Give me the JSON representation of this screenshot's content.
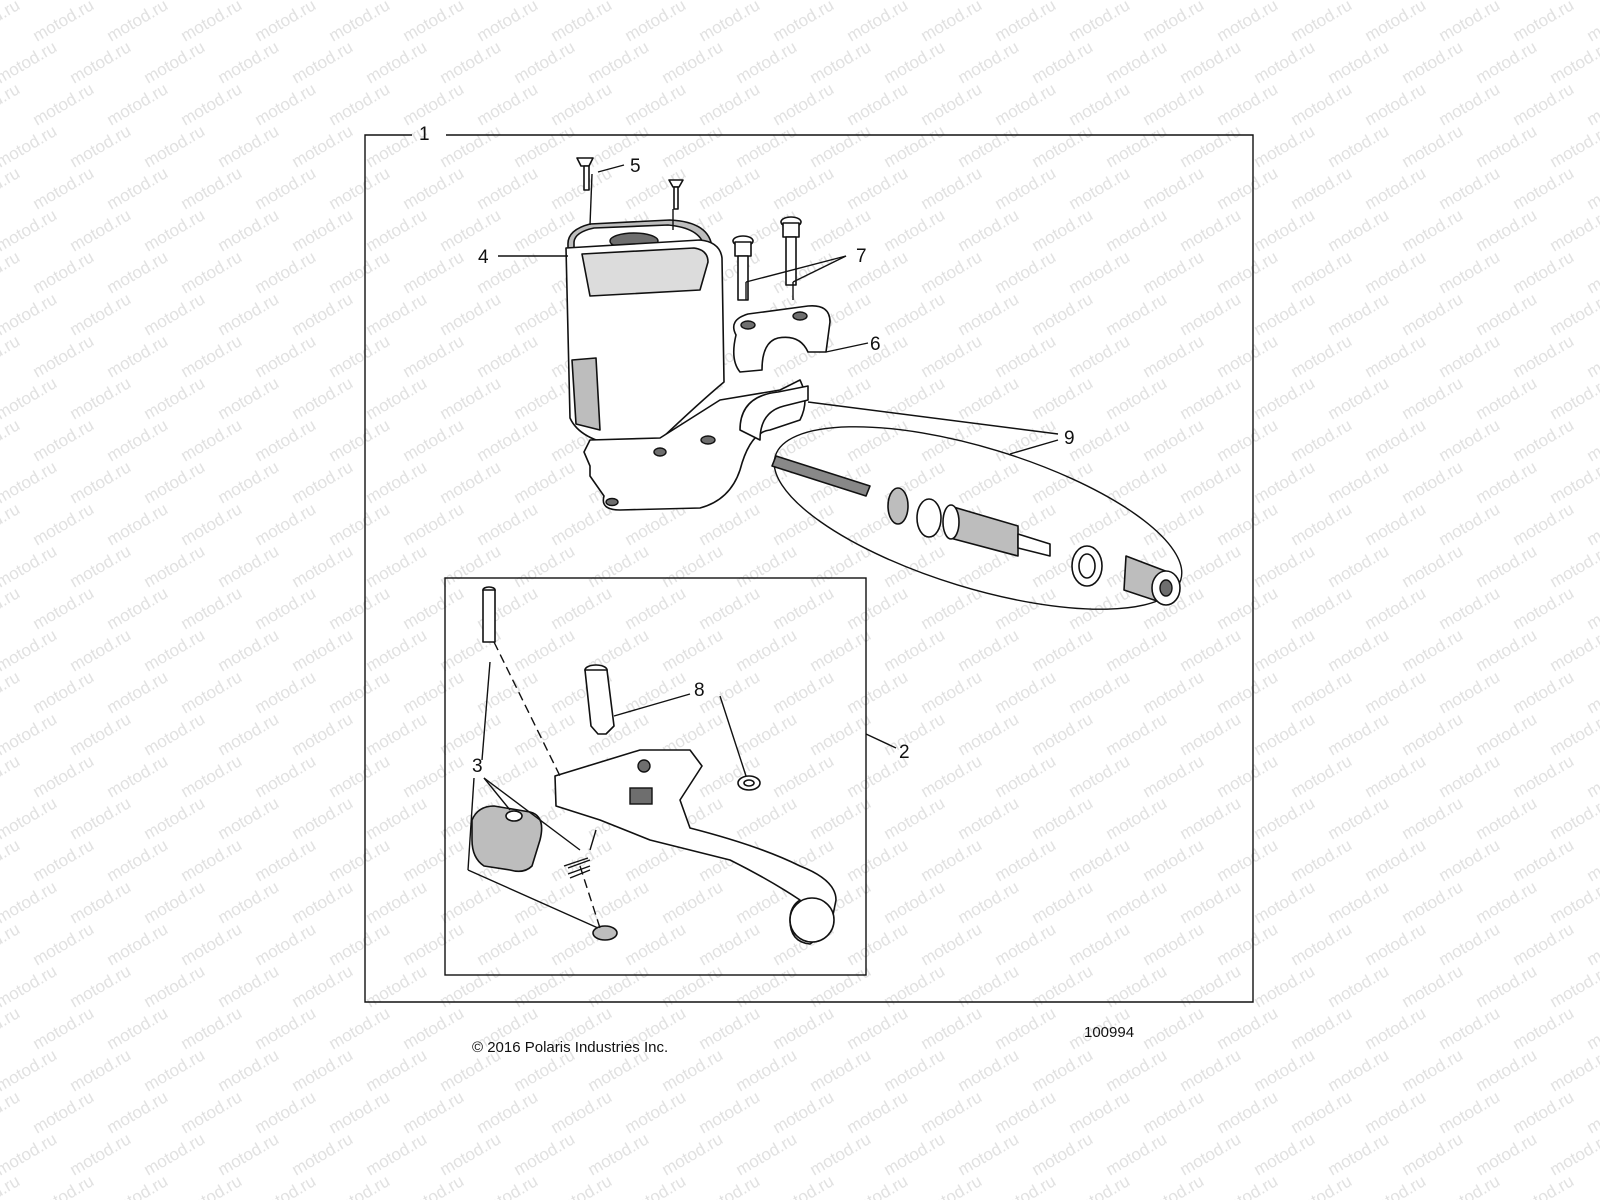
{
  "watermark": "motod.ru",
  "callouts": {
    "c1": "1",
    "c2": "2",
    "c3": "3",
    "c4": "4",
    "c5": "5",
    "c6": "6",
    "c7": "7",
    "c8": "8",
    "c9": "9"
  },
  "footer": {
    "copyright": "© 2016 Polaris Industries Inc.",
    "drawing_number": "100994"
  }
}
